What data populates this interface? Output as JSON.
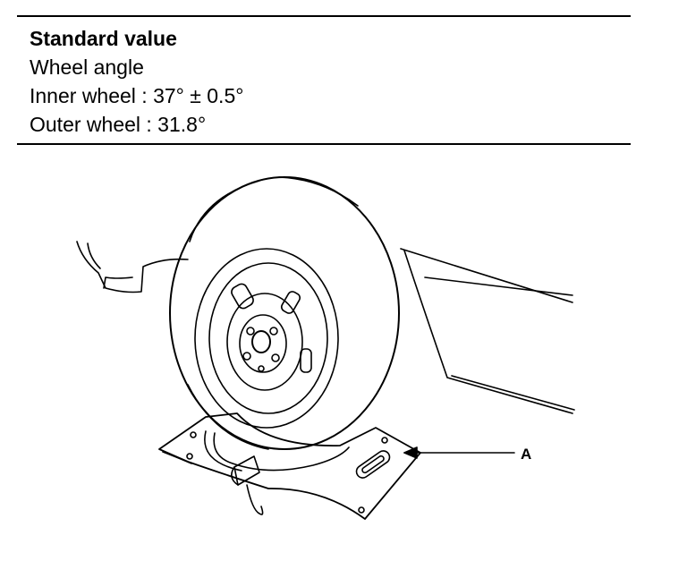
{
  "spec": {
    "title": "Standard value",
    "line1": "Wheel angle",
    "line2": "Inner wheel :  37° ± 0.5°",
    "line3": "Outer wheel :  31.8°"
  },
  "figure": {
    "callout": "A"
  }
}
